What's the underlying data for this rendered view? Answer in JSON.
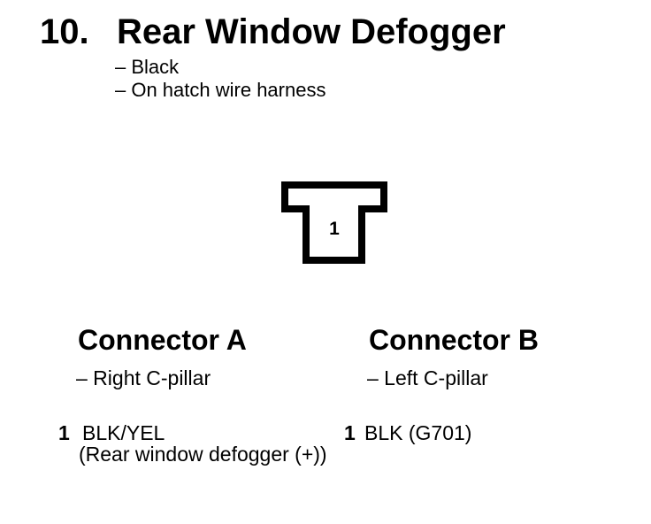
{
  "colors": {
    "ink": "#000000",
    "paper": "#ffffff"
  },
  "header": {
    "section_number": "10.",
    "title": "Rear Window Defogger",
    "notes": [
      "– Black",
      "– On hatch wire harness"
    ]
  },
  "diagram": {
    "cavity_label": "1"
  },
  "connectors": [
    {
      "name": "Connector A",
      "location": "– Right C-pillar",
      "pins": [
        {
          "number": "1",
          "wire": "BLK/YEL",
          "description": "(Rear window defogger (+))"
        }
      ]
    },
    {
      "name": "Connector B",
      "location": "– Left C-pillar",
      "pins": [
        {
          "number": "1",
          "wire": "BLK (G701)",
          "description": ""
        }
      ]
    }
  ]
}
